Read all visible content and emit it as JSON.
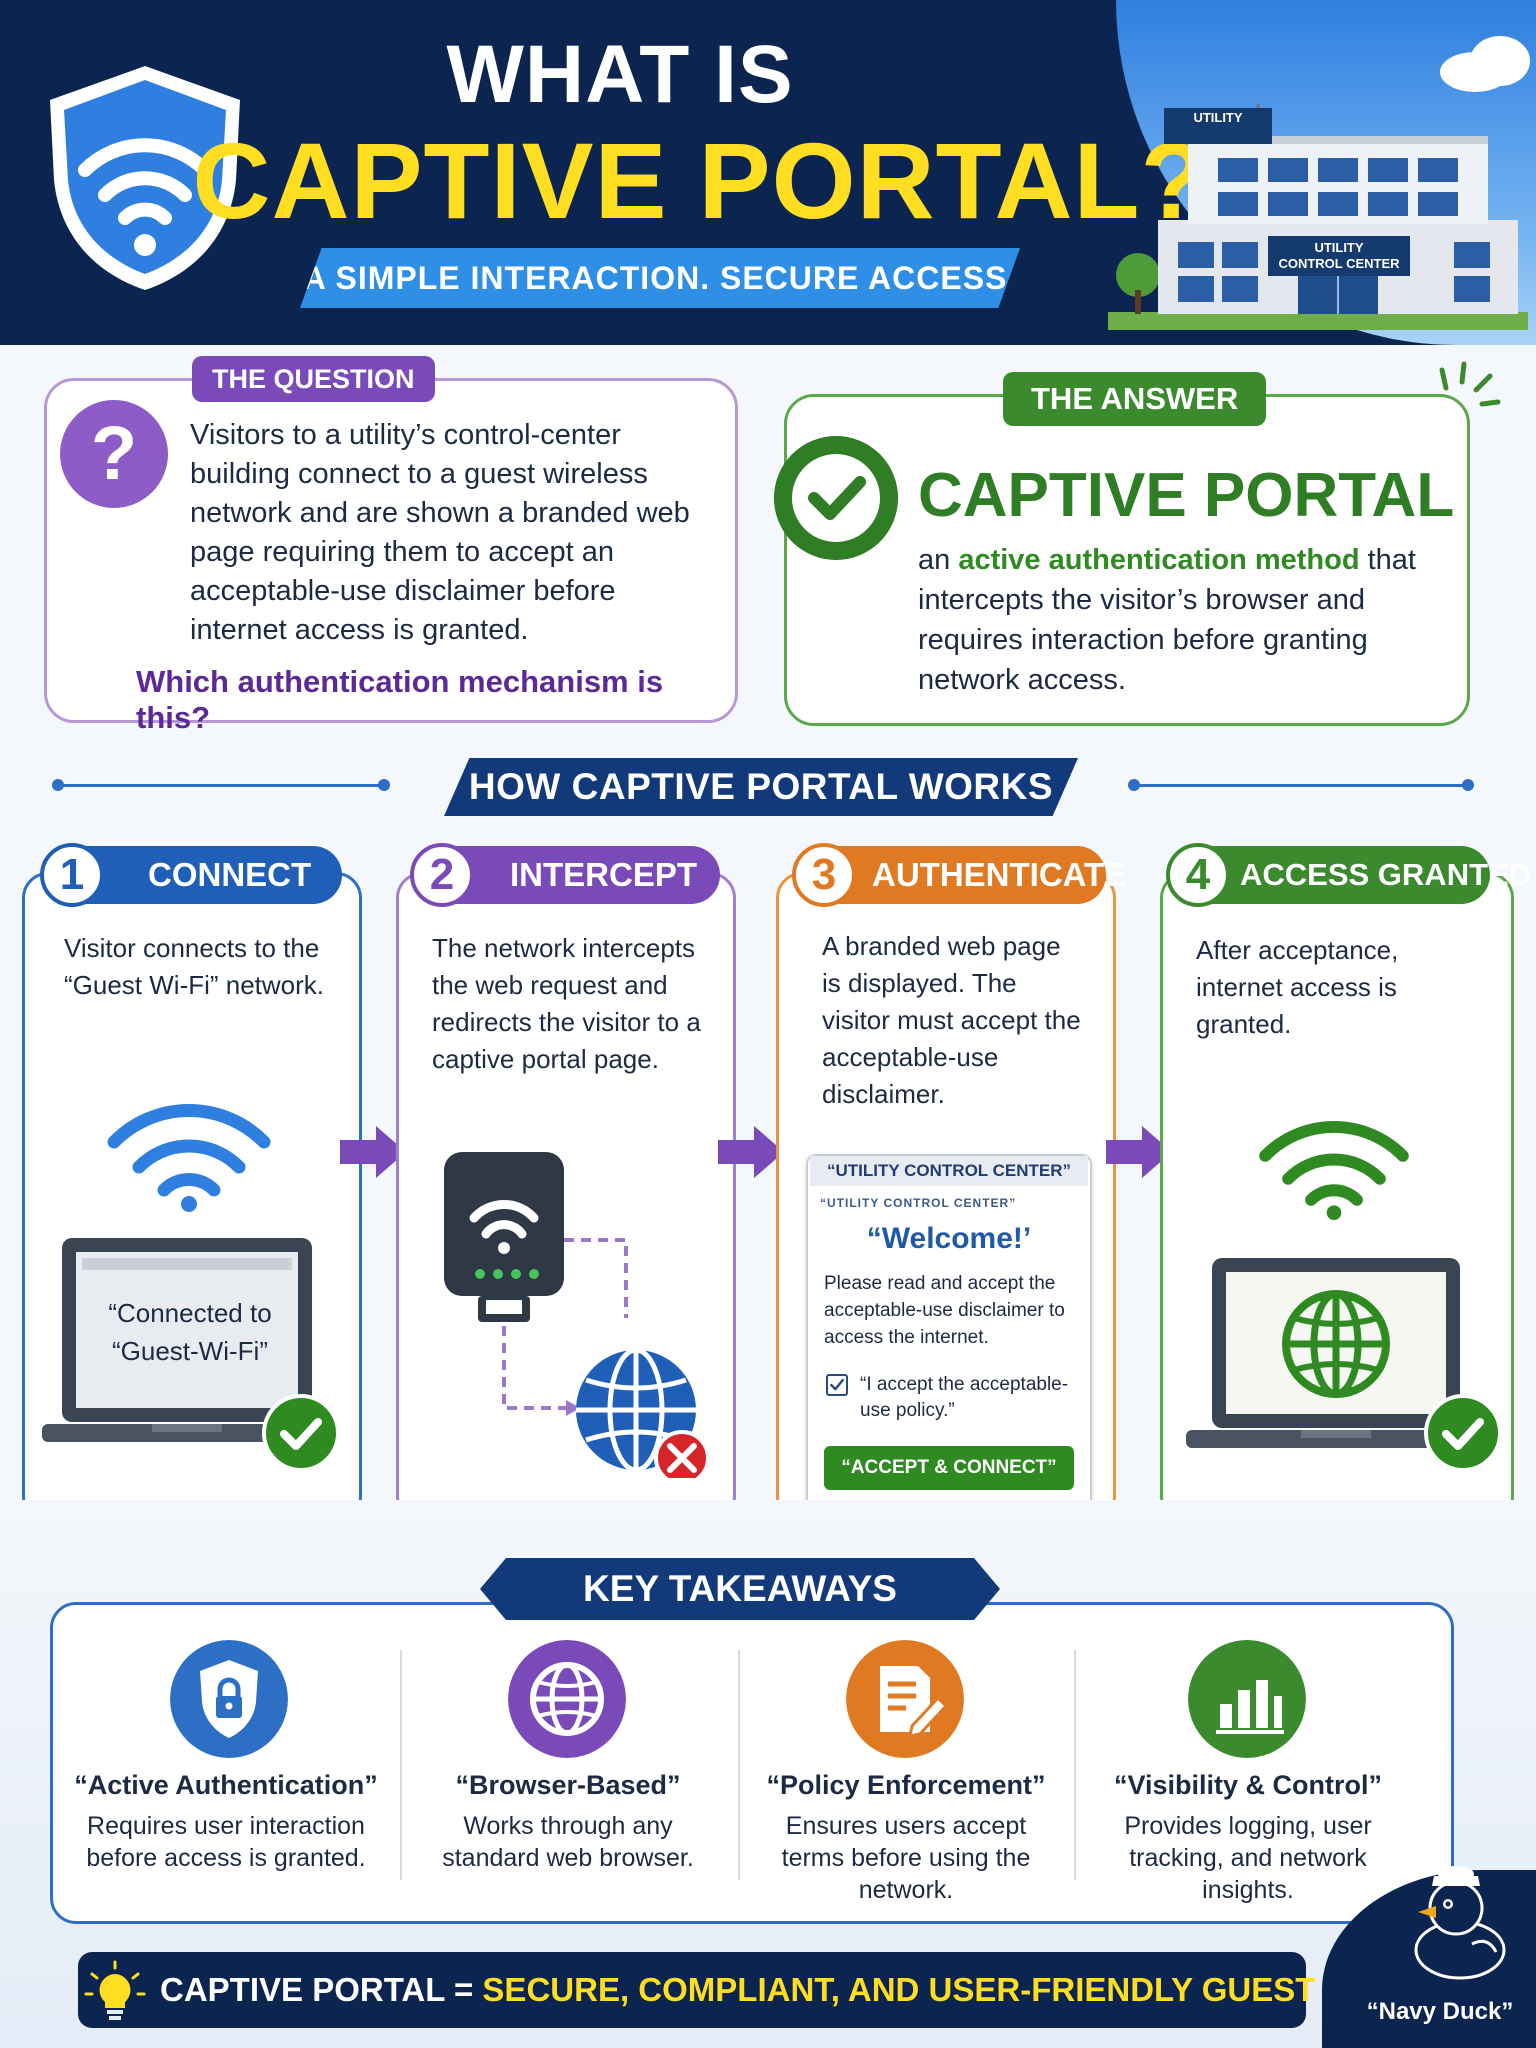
{
  "header": {
    "title_line1": "WHAT IS",
    "title_line2": "CAPTIVE PORTAL?",
    "subtitle": "A SIMPLE INTERACTION.  SECURE ACCESS.",
    "building_sign_top": "UTILITY",
    "building_sign_mid_1": "UTILITY",
    "building_sign_mid_2": "CONTROL CENTER"
  },
  "question": {
    "tag": "THE QUESTION",
    "icon": "?",
    "text": "Visitors to a utility’s control-center building connect to a guest wireless network and are shown a branded web page requiring them to accept an acceptable-use disclaimer before internet access is granted.",
    "question": "Which authentication mechanism is this?"
  },
  "answer": {
    "tag": "THE ANSWER",
    "title": "CAPTIVE PORTAL",
    "text_prefix": "an ",
    "text_highlight": "active authentication method",
    "text_suffix": " that intercepts the visitor’s browser and requires interaction before granting network access."
  },
  "how": {
    "title": "HOW CAPTIVE PORTAL WORKS",
    "steps": [
      {
        "num": "1",
        "label": "CONNECT",
        "color": "#1f5fb8",
        "desc": "Visitor connects to the “Guest Wi-Fi” network."
      },
      {
        "num": "2",
        "label": "INTERCEPT",
        "color": "#7a4bb8",
        "desc": "The network intercepts the web request and redirects the visitor to a captive portal page."
      },
      {
        "num": "3",
        "label": "AUTHENTICATE",
        "color": "#e07a22",
        "desc": "A branded web page is displayed. The visitor must accept the acceptable-use disclaimer."
      },
      {
        "num": "4",
        "label": "ACCESS GRANTED",
        "color": "#3b8a2e",
        "desc": "After acceptance, internet access is granted."
      }
    ],
    "laptop_screen_text": "“Connected to “Guest-Wi-Fi”",
    "portal": {
      "header": "“UTILITY CONTROL CENTER”",
      "subheader": "“UTILITY CONTROL CENTER”",
      "welcome": "“Welcome!’",
      "message": "Please read and accept the acceptable-use disclaimer to access the internet.",
      "accept_label": "“I accept the acceptable-use policy.”",
      "button": "“ACCEPT & CONNECT”"
    }
  },
  "takeaways": {
    "title": "KEY TAKEAWAYS",
    "items": [
      {
        "name": "“Active Authentication”",
        "desc": "Requires user interaction before access is granted.",
        "color": "#2d6fc4",
        "icon": "lock-shield-icon"
      },
      {
        "name": "“Browser-Based”",
        "desc": "Works through any standard web browser.",
        "color": "#7a4bb8",
        "icon": "globe-icon"
      },
      {
        "name": "“Policy Enforcement”",
        "desc": "Ensures users accept terms before using the network.",
        "color": "#e07a22",
        "icon": "document-pen-icon"
      },
      {
        "name": "“Visibility & Control”",
        "desc": "Provides logging, user tracking, and network insights.",
        "color": "#3b8a2e",
        "icon": "bar-chart-icon"
      }
    ]
  },
  "footer": {
    "prefix": "CAPTIVE PORTAL = ",
    "highlight": "SECURE, COMPLIANT, AND USER-FRIENDLY GUEST ACCESS"
  },
  "mascot": {
    "label": "“Navy Duck”"
  }
}
